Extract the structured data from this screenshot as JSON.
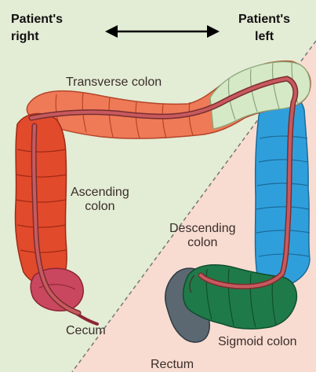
{
  "orientation": {
    "left_heading_line1": "Patient's",
    "left_heading_line2": "right",
    "right_heading_line1": "Patient's",
    "right_heading_line2": "left"
  },
  "labels": {
    "transverse": "Transverse colon",
    "ascending_line1": "Ascending",
    "ascending_line2": "colon",
    "descending_line1": "Descending",
    "descending_line2": "colon",
    "cecum": "Cecum",
    "sigmoid": "Sigmoid colon",
    "rectum": "Rectum"
  },
  "colors": {
    "right_bg": "#e3ecd5",
    "left_bg": "#f8dcd1",
    "ascending": "#e24a2c",
    "transverse": "#ef7a57",
    "transverse_left": "#d6e9c7",
    "descending": "#2f9fdc",
    "sigmoid": "#1f7a4a",
    "rectum": "#5b6872",
    "cecum": "#c9485f",
    "vessel": "#c75a5e"
  }
}
